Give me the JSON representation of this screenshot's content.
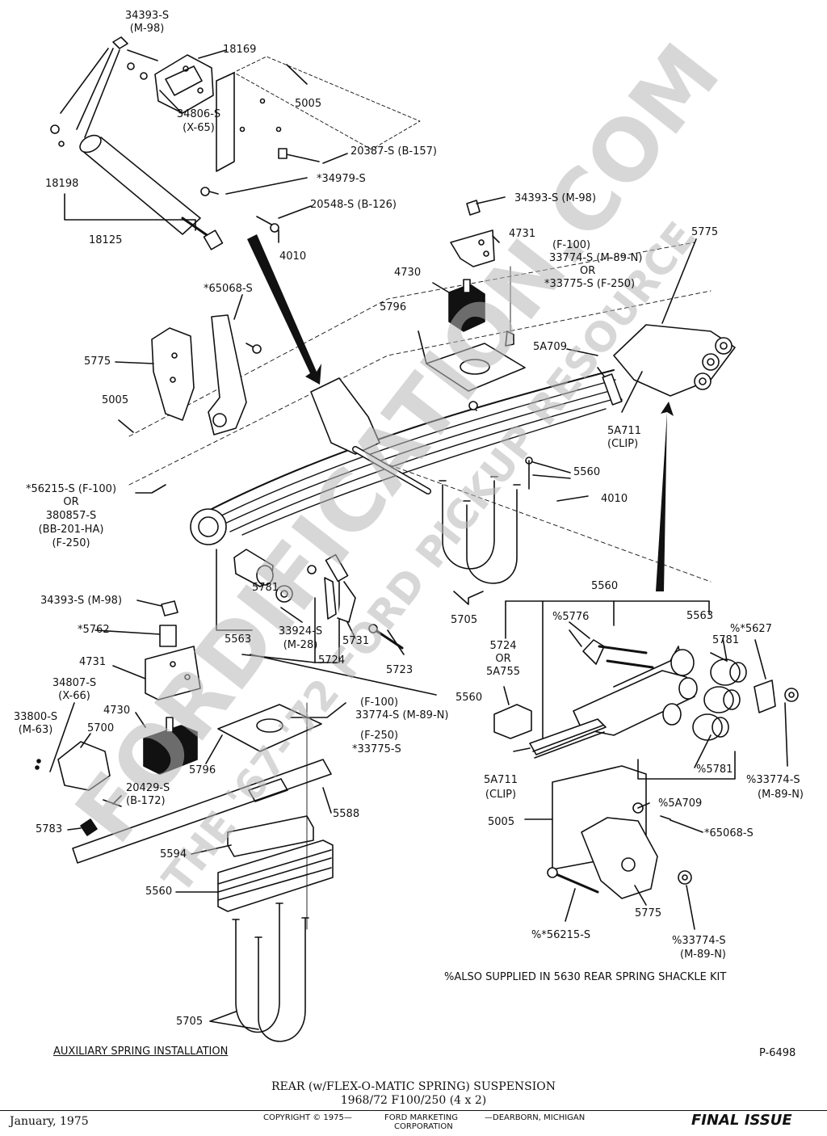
{
  "labels": {
    "top_34393s": "34393-S",
    "top_m98": "(M-98)",
    "p18169": "18169",
    "p5005_top": "5005",
    "p34806s": "34806-S",
    "p_x65": "(X-65)",
    "p18198": "18198",
    "p20387s": "20387-S (B-157)",
    "p34979s": "*34979-S",
    "p20548s": "20548-S (B-126)",
    "p18125": "18125",
    "p4010_top": "4010",
    "p34393s_m98_right": "34393-S (M-98)",
    "p4731_right": "4731",
    "f100_a": "(F-100)",
    "p33774s_a": "33774-S (M-89-N)",
    "or_a": "OR",
    "p33775s_a": "*33775-S (F-250)",
    "p5775_right": "5775",
    "p4730_right": "4730",
    "p5796_right": "5796",
    "p5a709": "5A709",
    "p65068s": "*65068-S",
    "p5775_left": "5775",
    "p5005_mid": "5005",
    "p5a711_right": "5A711",
    "clip_right": "(CLIP)",
    "p5560_mid": "5560",
    "p4010_mid": "4010",
    "p56215s": "*56215-S (F-100)",
    "or_b": "OR",
    "p380857s": "380857-S",
    "bb201ha": "(BB-201-HA)",
    "f250_b": "(F-250)",
    "p5705_mid": "5705",
    "p5781_mid": "5781",
    "p33924s": "33924-S",
    "m28": "(M-28)",
    "p5731": "5731",
    "p5724_mid": "5724",
    "p5723": "5723",
    "p5563_left": "5563",
    "p34393s_m98_left": "34393-S (M-98)",
    "p5762": "*5762",
    "p4731_left": "4731",
    "p34807s": "34807-S",
    "x66": "(X-66)",
    "p33800s": "33800-S",
    "m63": "(M-63)",
    "p4730_left": "4730",
    "p5700": "5700",
    "p5796_left": "5796",
    "p20429s": "20429-S",
    "b172": "(B-172)",
    "f100_b": "(F-100)",
    "p33774s_b": "33774-S (M-89-N)",
    "f250_c": "(F-250)",
    "p33775s_b": "*33775-S",
    "p5560_lmid": "5560",
    "p5783": "5783",
    "p5588": "5588",
    "p5594": "5594",
    "p5560_left": "5560",
    "p5705_bottom": "5705",
    "p5560_right": "5560",
    "p5776": "%5776",
    "p5563_right": "5563",
    "p5627": "%*5627",
    "p5781_right": "5781",
    "p5724_right": "5724",
    "or_c": "OR",
    "p5a755": "5A755",
    "p5a711_left": "5A711",
    "clip_left": "(CLIP)",
    "p5781_pct": "%5781",
    "p33774s_pct": "%33774-S",
    "m89n_pct": "(M-89-N)",
    "p5a709_pct": "%5A709",
    "p5005_right": "5005",
    "p65068s_right": "*65068-S",
    "p56215s_pct": "%*56215-S",
    "p5775_bottom": "5775",
    "p33774s_pct2": "%33774-S",
    "m89n_pct2": "(M-89-N)"
  },
  "notes": {
    "shackle_kit": "%ALSO SUPPLIED IN 5630 REAR SPRING SHACKLE KIT",
    "aux_install": "AUXILIARY SPRING INSTALLATION",
    "plate": "P-6498"
  },
  "title": {
    "line1": "REAR (w/FLEX-O-MATIC SPRING) SUSPENSION",
    "line2": "1968/72 F100/250 (4 x 2)"
  },
  "footer": {
    "date": "January, 1975",
    "copyright": "COPYRIGHT © 1975—",
    "ford_marketing": "FORD MARKETING",
    "corporation": "CORPORATION",
    "dearborn": "—DEARBORN, MICHIGAN",
    "final": "FINAL ISSUE"
  },
  "watermark": {
    "line1": "FORDIFICATION.COM",
    "line2": "THE '67-'72 FORD PICKUP RESOURCE"
  }
}
